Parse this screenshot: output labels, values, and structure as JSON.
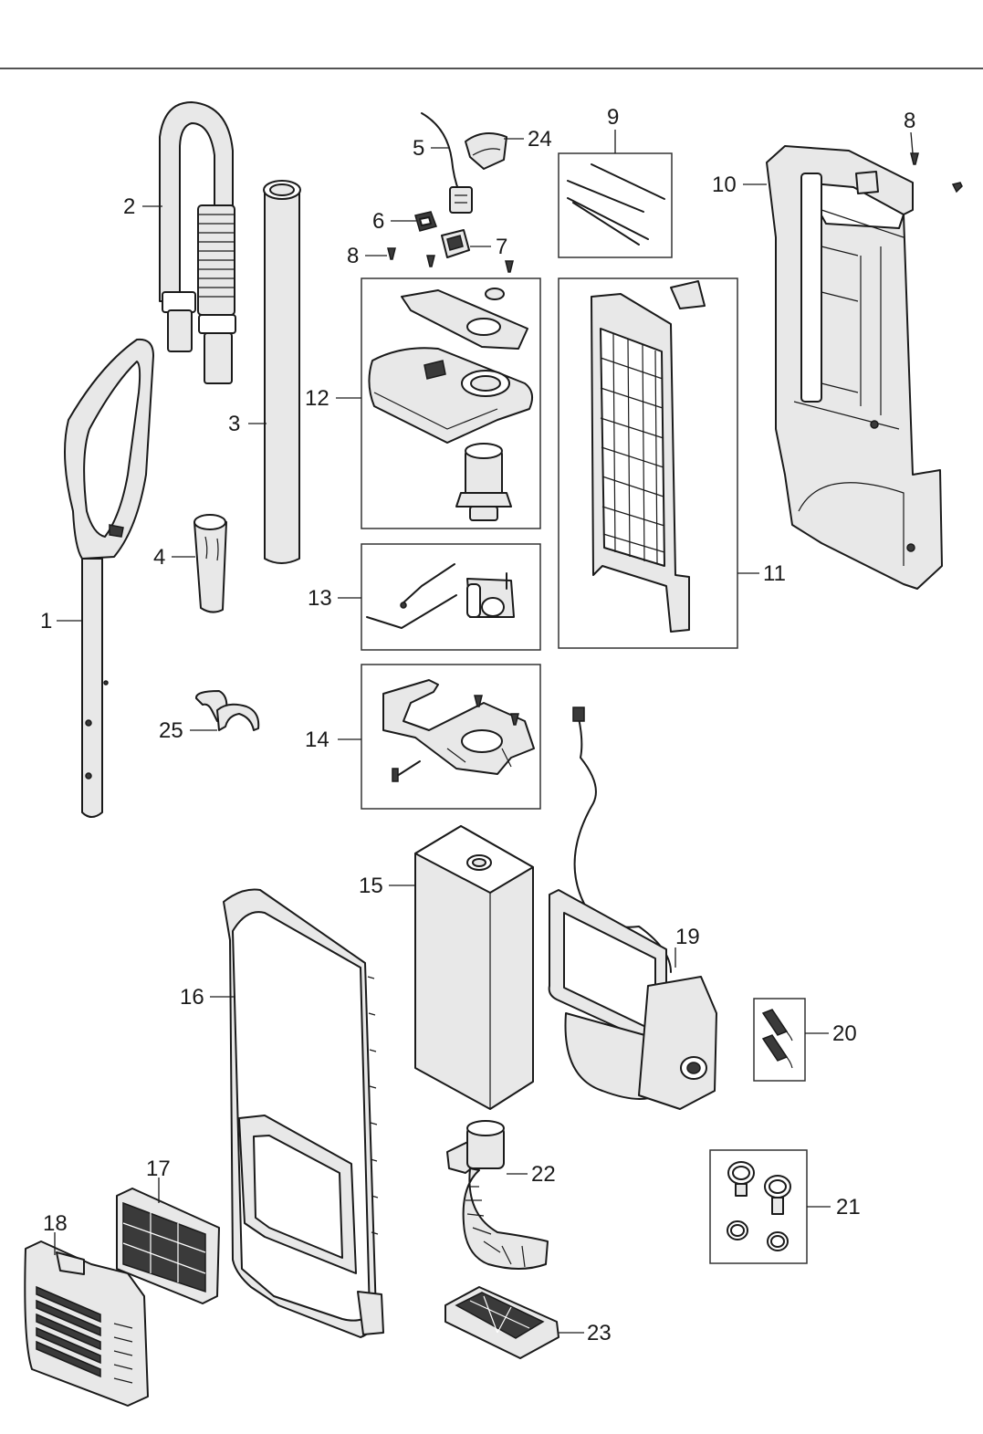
{
  "diagram": {
    "labels": [
      "1",
      "2",
      "3",
      "4",
      "5",
      "6",
      "7",
      "8",
      "9",
      "10",
      "11",
      "12",
      "13",
      "14",
      "15",
      "16",
      "17",
      "18",
      "19",
      "20",
      "21",
      "22",
      "23",
      "24",
      "25"
    ],
    "label_8_second": "8"
  }
}
